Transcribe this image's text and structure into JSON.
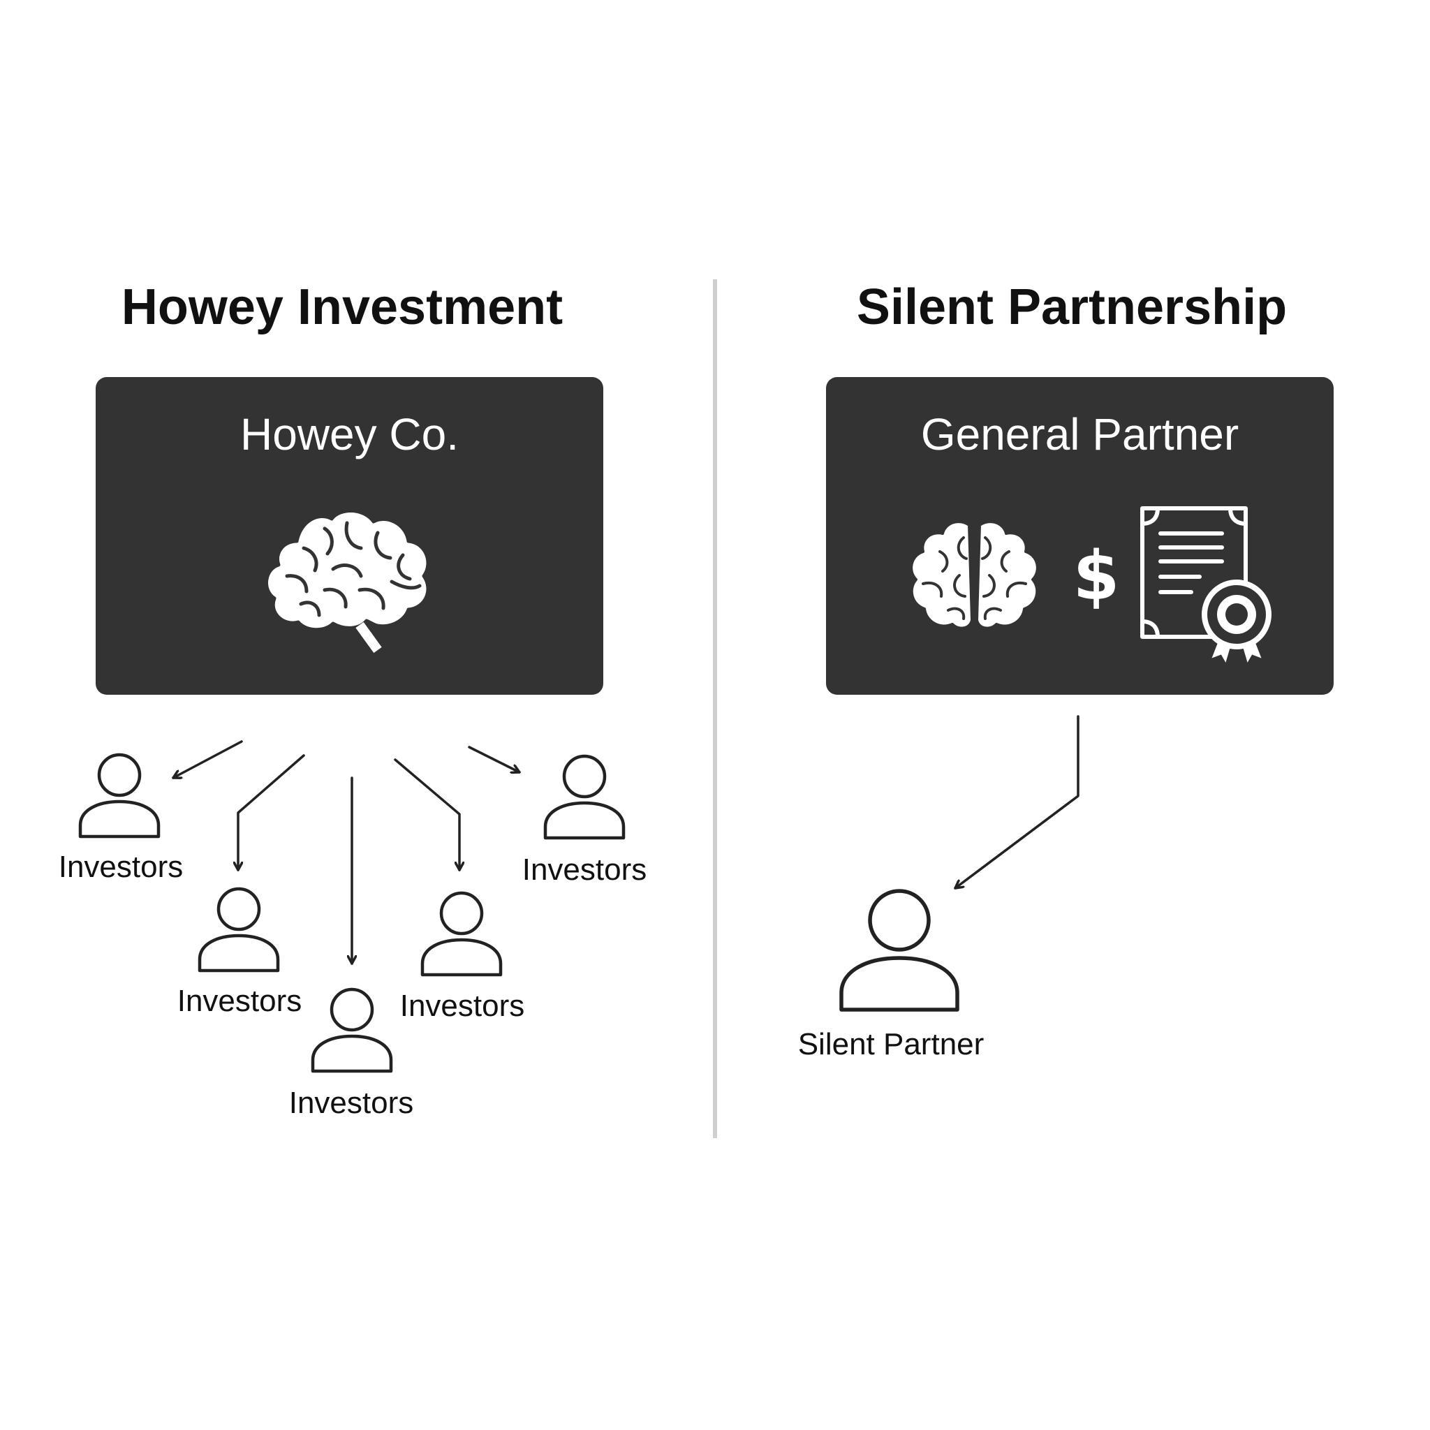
{
  "left_panel": {
    "title": "Howey Investment",
    "box_label": "Howey Co.",
    "investors": [
      {
        "label": "Investors"
      },
      {
        "label": "Investors"
      },
      {
        "label": "Investors"
      },
      {
        "label": "Investors"
      },
      {
        "label": "Investors"
      }
    ]
  },
  "right_panel": {
    "title": "Silent Partnership",
    "box_label": "General Partner",
    "dollar_symbol": "$",
    "partner": {
      "label": "Silent Partner"
    }
  },
  "colors": {
    "box_fill": "#333333",
    "box_text": "#ffffff",
    "line": "#222222",
    "divider": "#cfcfcf"
  },
  "icons": [
    "brain-icon",
    "dollar-icon",
    "certificate-icon",
    "person-icon",
    "arrow"
  ]
}
